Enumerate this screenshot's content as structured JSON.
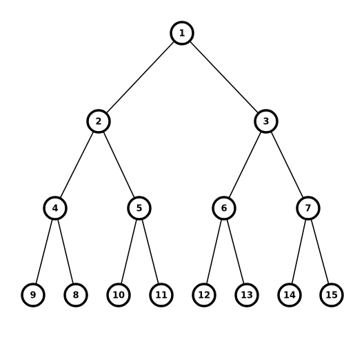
{
  "diagram": {
    "type": "binary-tree",
    "colors": {
      "line": "#000000",
      "node_fill": "#ffffff",
      "node_stroke": "#000000",
      "text": "#000000"
    },
    "levels": [
      [
        "1"
      ],
      [
        "2",
        "3"
      ],
      [
        "4",
        "5",
        "6",
        "7"
      ],
      [
        "9",
        "8",
        "10",
        "11",
        "12",
        "13",
        "14",
        "15"
      ]
    ],
    "edges": [
      [
        "1",
        "2"
      ],
      [
        "1",
        "3"
      ],
      [
        "2",
        "4"
      ],
      [
        "2",
        "5"
      ],
      [
        "3",
        "6"
      ],
      [
        "3",
        "7"
      ],
      [
        "4",
        "9"
      ],
      [
        "4",
        "8"
      ],
      [
        "5",
        "10"
      ],
      [
        "5",
        "11"
      ],
      [
        "6",
        "12"
      ],
      [
        "6",
        "13"
      ],
      [
        "7",
        "14"
      ],
      [
        "7",
        "15"
      ]
    ]
  }
}
